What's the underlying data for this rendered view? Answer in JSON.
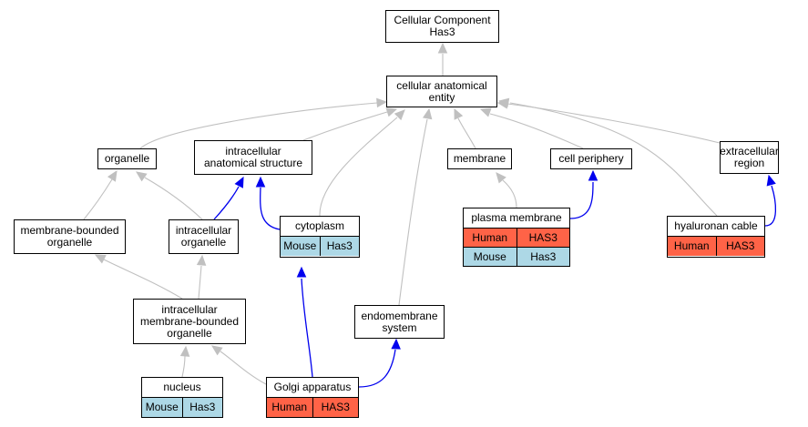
{
  "colors": {
    "is_a_edge": "#c0c0c0",
    "part_of_edge": "#0000ee",
    "human": "#ff6347",
    "mouse": "#add8e6"
  },
  "nodes": {
    "root": "Cellular Component\nHas3",
    "cae": "cellular anatomical\nentity",
    "organelle": "organelle",
    "ias": "intracellular\nanatomical structure",
    "membrane": "membrane",
    "cell_periphery": "cell periphery",
    "extracellular_region": "extracellular\nregion",
    "mbo": "membrane-bounded\norganelle",
    "io": "intracellular\norganelle",
    "cytoplasm": "cytoplasm",
    "plasma_membrane": "plasma membrane",
    "hyaluronan_cable": "hyaluronan cable",
    "imbo": "intracellular\nmembrane-bounded\norganelle",
    "endomembrane": "endomembrane\nsystem",
    "nucleus": "nucleus",
    "golgi": "Golgi apparatus"
  },
  "annotations": {
    "cytoplasm": [
      [
        "Mouse",
        "Has3"
      ]
    ],
    "plasma_membrane": [
      [
        "Human",
        "HAS3"
      ],
      [
        "Mouse",
        "Has3"
      ]
    ],
    "hyaluronan_cable": [
      [
        "Human",
        "HAS3"
      ]
    ],
    "nucleus": [
      [
        "Mouse",
        "Has3"
      ]
    ],
    "golgi": [
      [
        "Human",
        "HAS3"
      ]
    ]
  }
}
